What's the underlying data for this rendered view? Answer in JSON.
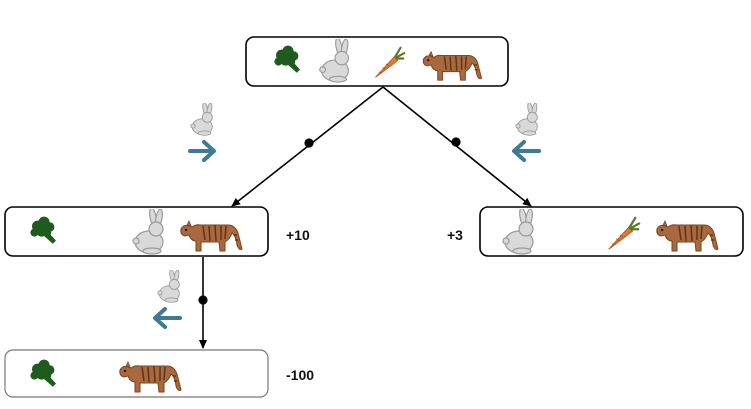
{
  "colors": {
    "broccoli": "#1f5a1f",
    "rabbit": "#d9d9d9",
    "rabbit_outline": "#9a9a9a",
    "carrot": "#e07838",
    "carrot_top": "#5a7a2a",
    "tiger": "#a9683d",
    "tiger_stripes": "#5a3518",
    "arrow": "#3f7a93",
    "edge": "#000000",
    "box_border": "#000000",
    "terminal_box_border": "#777777"
  },
  "states": {
    "root": {
      "items": [
        "broccoli-icon",
        "rabbit-icon",
        "carrot-icon",
        "tiger-icon"
      ]
    },
    "left": {
      "items": [
        "broccoli-icon",
        "rabbit-icon",
        "tiger-icon"
      ],
      "reward": "+10"
    },
    "right": {
      "items": [
        "rabbit-icon",
        "carrot-icon",
        "tiger-icon"
      ],
      "reward": "+3"
    },
    "bottom": {
      "items": [
        "broccoli-icon",
        "tiger-icon"
      ],
      "reward": "-100"
    }
  },
  "actions": {
    "left": {
      "moving": "rabbit-icon",
      "direction": "right"
    },
    "right": {
      "moving": "rabbit-icon",
      "direction": "left"
    },
    "down": {
      "moving": "rabbit-icon",
      "direction": "left"
    }
  }
}
